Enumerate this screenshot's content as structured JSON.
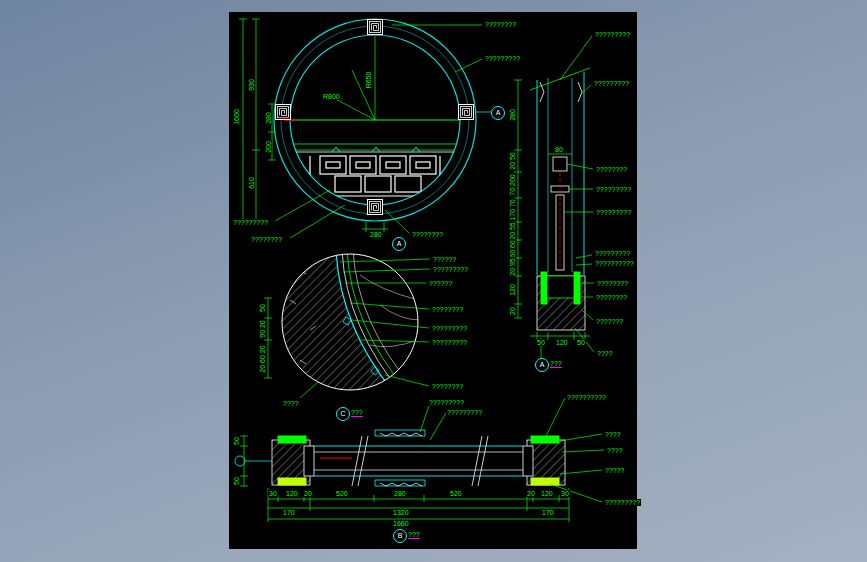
{
  "diagram": {
    "nodes": [
      {
        "text": [
          "A"
        ]
      },
      {
        "text": [
          "A"
        ]
      },
      {
        "text": [
          "A",
          "???"
        ]
      },
      {
        "text": [
          "C",
          "???"
        ]
      },
      {
        "text": [
          "B",
          "???"
        ]
      }
    ],
    "labels": [
      "????????",
      "?????????",
      "1600",
      "930",
      "280",
      "200",
      "610",
      "R800",
      "R650",
      "280",
      "?????????",
      "????????",
      "????????",
      "?????????",
      "?????????",
      "280",
      "20 50",
      "70 200",
      "170 70",
      "20 55",
      "60 60",
      "20 95",
      "120",
      "20",
      "80",
      "????????",
      "?????????",
      "?????????",
      "?????????",
      "??????????",
      "????????",
      "????????",
      "???????",
      "????",
      "50",
      "120",
      "50",
      "??????",
      "?????????",
      "??????",
      "????????",
      "?????????",
      "?????????",
      "????????",
      "????",
      "50",
      "90 20",
      "20 60 20",
      "?????????",
      "?????????",
      "??????????",
      "????",
      "????",
      "?????",
      "?????????",
      "50",
      "50",
      "30",
      "120",
      "20",
      "520",
      "280",
      "520",
      "20",
      "120",
      "30",
      "170",
      "1320",
      "170",
      "1660"
    ]
  }
}
